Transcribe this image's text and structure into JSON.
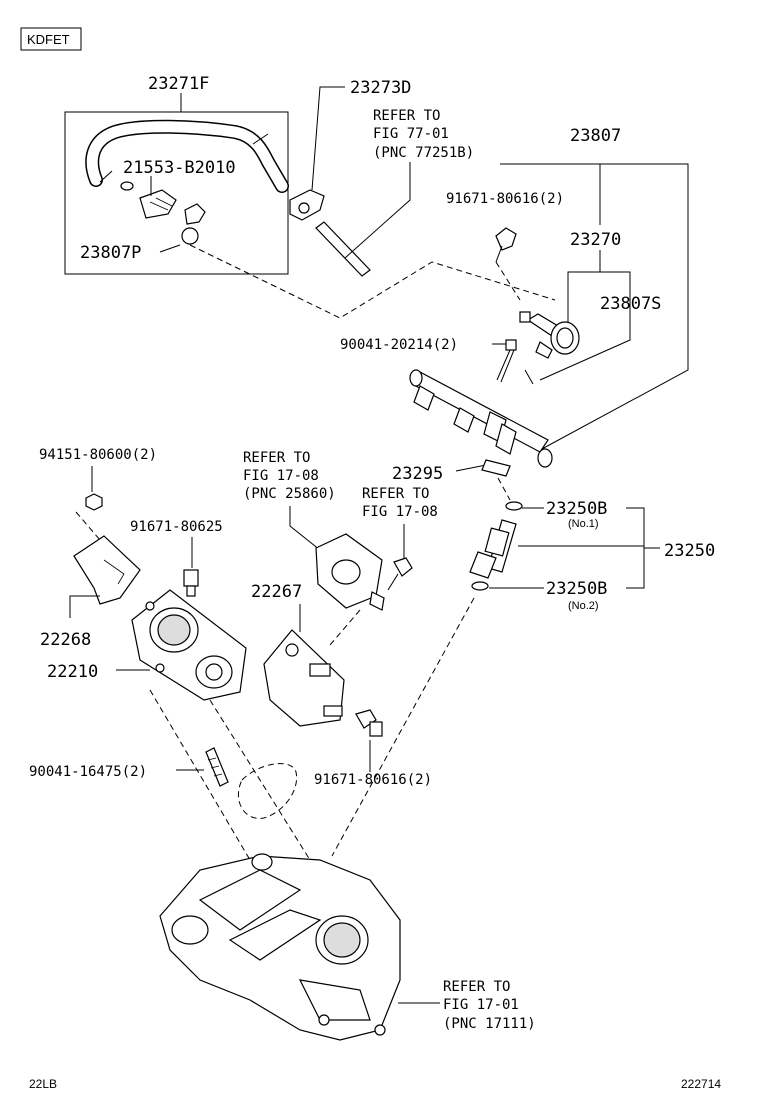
{
  "engine_code": "KDFET",
  "footer": {
    "left": "22LB",
    "right": "222714"
  },
  "parts": {
    "p23271F": "23271F",
    "p23273D": "23273D",
    "p21553": "21553-B2010",
    "p23807P": "23807P",
    "p23807": "23807",
    "p91671_80616_top": "91671-80616(2)",
    "p23270": "23270",
    "p23807S": "23807S",
    "p90041_20214": "90041-20214(2)",
    "p23295": "23295",
    "p23250B_1": "23250B",
    "p23250B_1_sub": "(No.1)",
    "p23250": "23250",
    "p23250B_2": "23250B",
    "p23250B_2_sub": "(No.2)",
    "p94151": "94151-80600(2)",
    "p91671_80625": "91671-80625",
    "p22268": "22268",
    "p22210": "22210",
    "p22267": "22267",
    "p90041_16475": "90041-16475(2)",
    "p91671_80616_bot": "91671-80616(2)"
  },
  "refs": {
    "r77": {
      "l1": "REFER TO",
      "l2": "FIG 77-01",
      "l3": "(PNC 77251B)"
    },
    "r17a": {
      "l1": "REFER TO",
      "l2": "FIG 17-08",
      "l3": "(PNC 25860)"
    },
    "r17b": {
      "l1": "REFER TO",
      "l2": "FIG 17-08"
    },
    "r17c": {
      "l1": "REFER TO",
      "l2": "FIG 17-01",
      "l3": "(PNC 17111)"
    }
  },
  "icons": [
    "hose-icon",
    "clamp-icon",
    "fuel-rail-icon",
    "injector-icon",
    "pressure-regulator-icon",
    "throttle-body-icon",
    "intake-manifold-icon",
    "sensor-icon",
    "vsv-icon",
    "bolt-icon",
    "nut-icon",
    "gasket-icon"
  ]
}
